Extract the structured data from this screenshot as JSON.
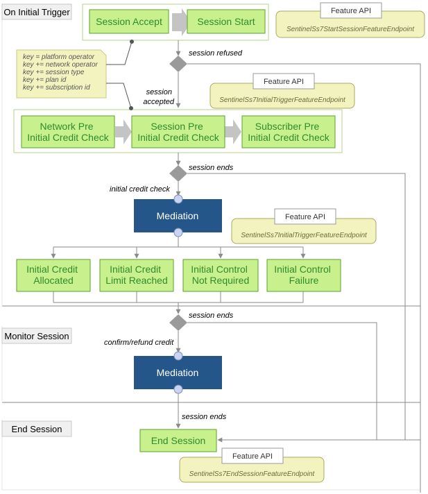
{
  "phases": {
    "initial": "On Initial Trigger",
    "monitor": "Monitor Session",
    "end": "End Session"
  },
  "nodes": {
    "session_accept": "Session Accept",
    "session_start": "Session Start",
    "network_pre": [
      "Network Pre",
      "Initial Credit Check"
    ],
    "session_pre": [
      "Session Pre",
      "Initial Credit Check"
    ],
    "subscriber_pre": [
      "Subscriber Pre",
      "Initial Credit Check"
    ],
    "mediation_1": "Mediation",
    "mediation_2": "Mediation",
    "allocated": [
      "Initial Credit",
      "Allocated"
    ],
    "limit_reached": [
      "Initial Credit",
      "Limit Reached"
    ],
    "control_not_required": [
      "Initial Control",
      "Not Required"
    ],
    "control_failure": [
      "Initial Control",
      "Failure"
    ],
    "end_session": "End Session"
  },
  "feature_apis": {
    "title": "Feature API",
    "start": "SentinelSs7StartSessionFeatureEndpoint",
    "initial_1": "SentinelSs7InitialTriggerFeatureEndpoint",
    "initial_2": "SentinelSs7InitialTriggerFeatureEndpoint",
    "end": "SentinelSs7EndSessionFeatureEndpoint"
  },
  "note_lines": [
    "key = platform operator",
    "key += network operator",
    "key += session type",
    "key += plan id",
    "key += subscription id"
  ],
  "edge_labels": {
    "session_refused": "session refused",
    "session_accepted": [
      "session",
      "accepted"
    ],
    "session_ends_1": "session ends",
    "initial_credit_check": "initial credit check",
    "session_ends_2": "session ends",
    "confirm_refund": "confirm/refund credit",
    "session_ends_3": "session ends"
  },
  "colors": {
    "box_fill": "#c8f08c",
    "box_border": "#5aa02c",
    "box_text": "#2e8b2e",
    "mediation_fill": "#24568a",
    "api_fill": "#f3f3c0",
    "api_border": "#a8a860",
    "diamond": "#9a9a9a",
    "port": "#c9d3f2"
  }
}
